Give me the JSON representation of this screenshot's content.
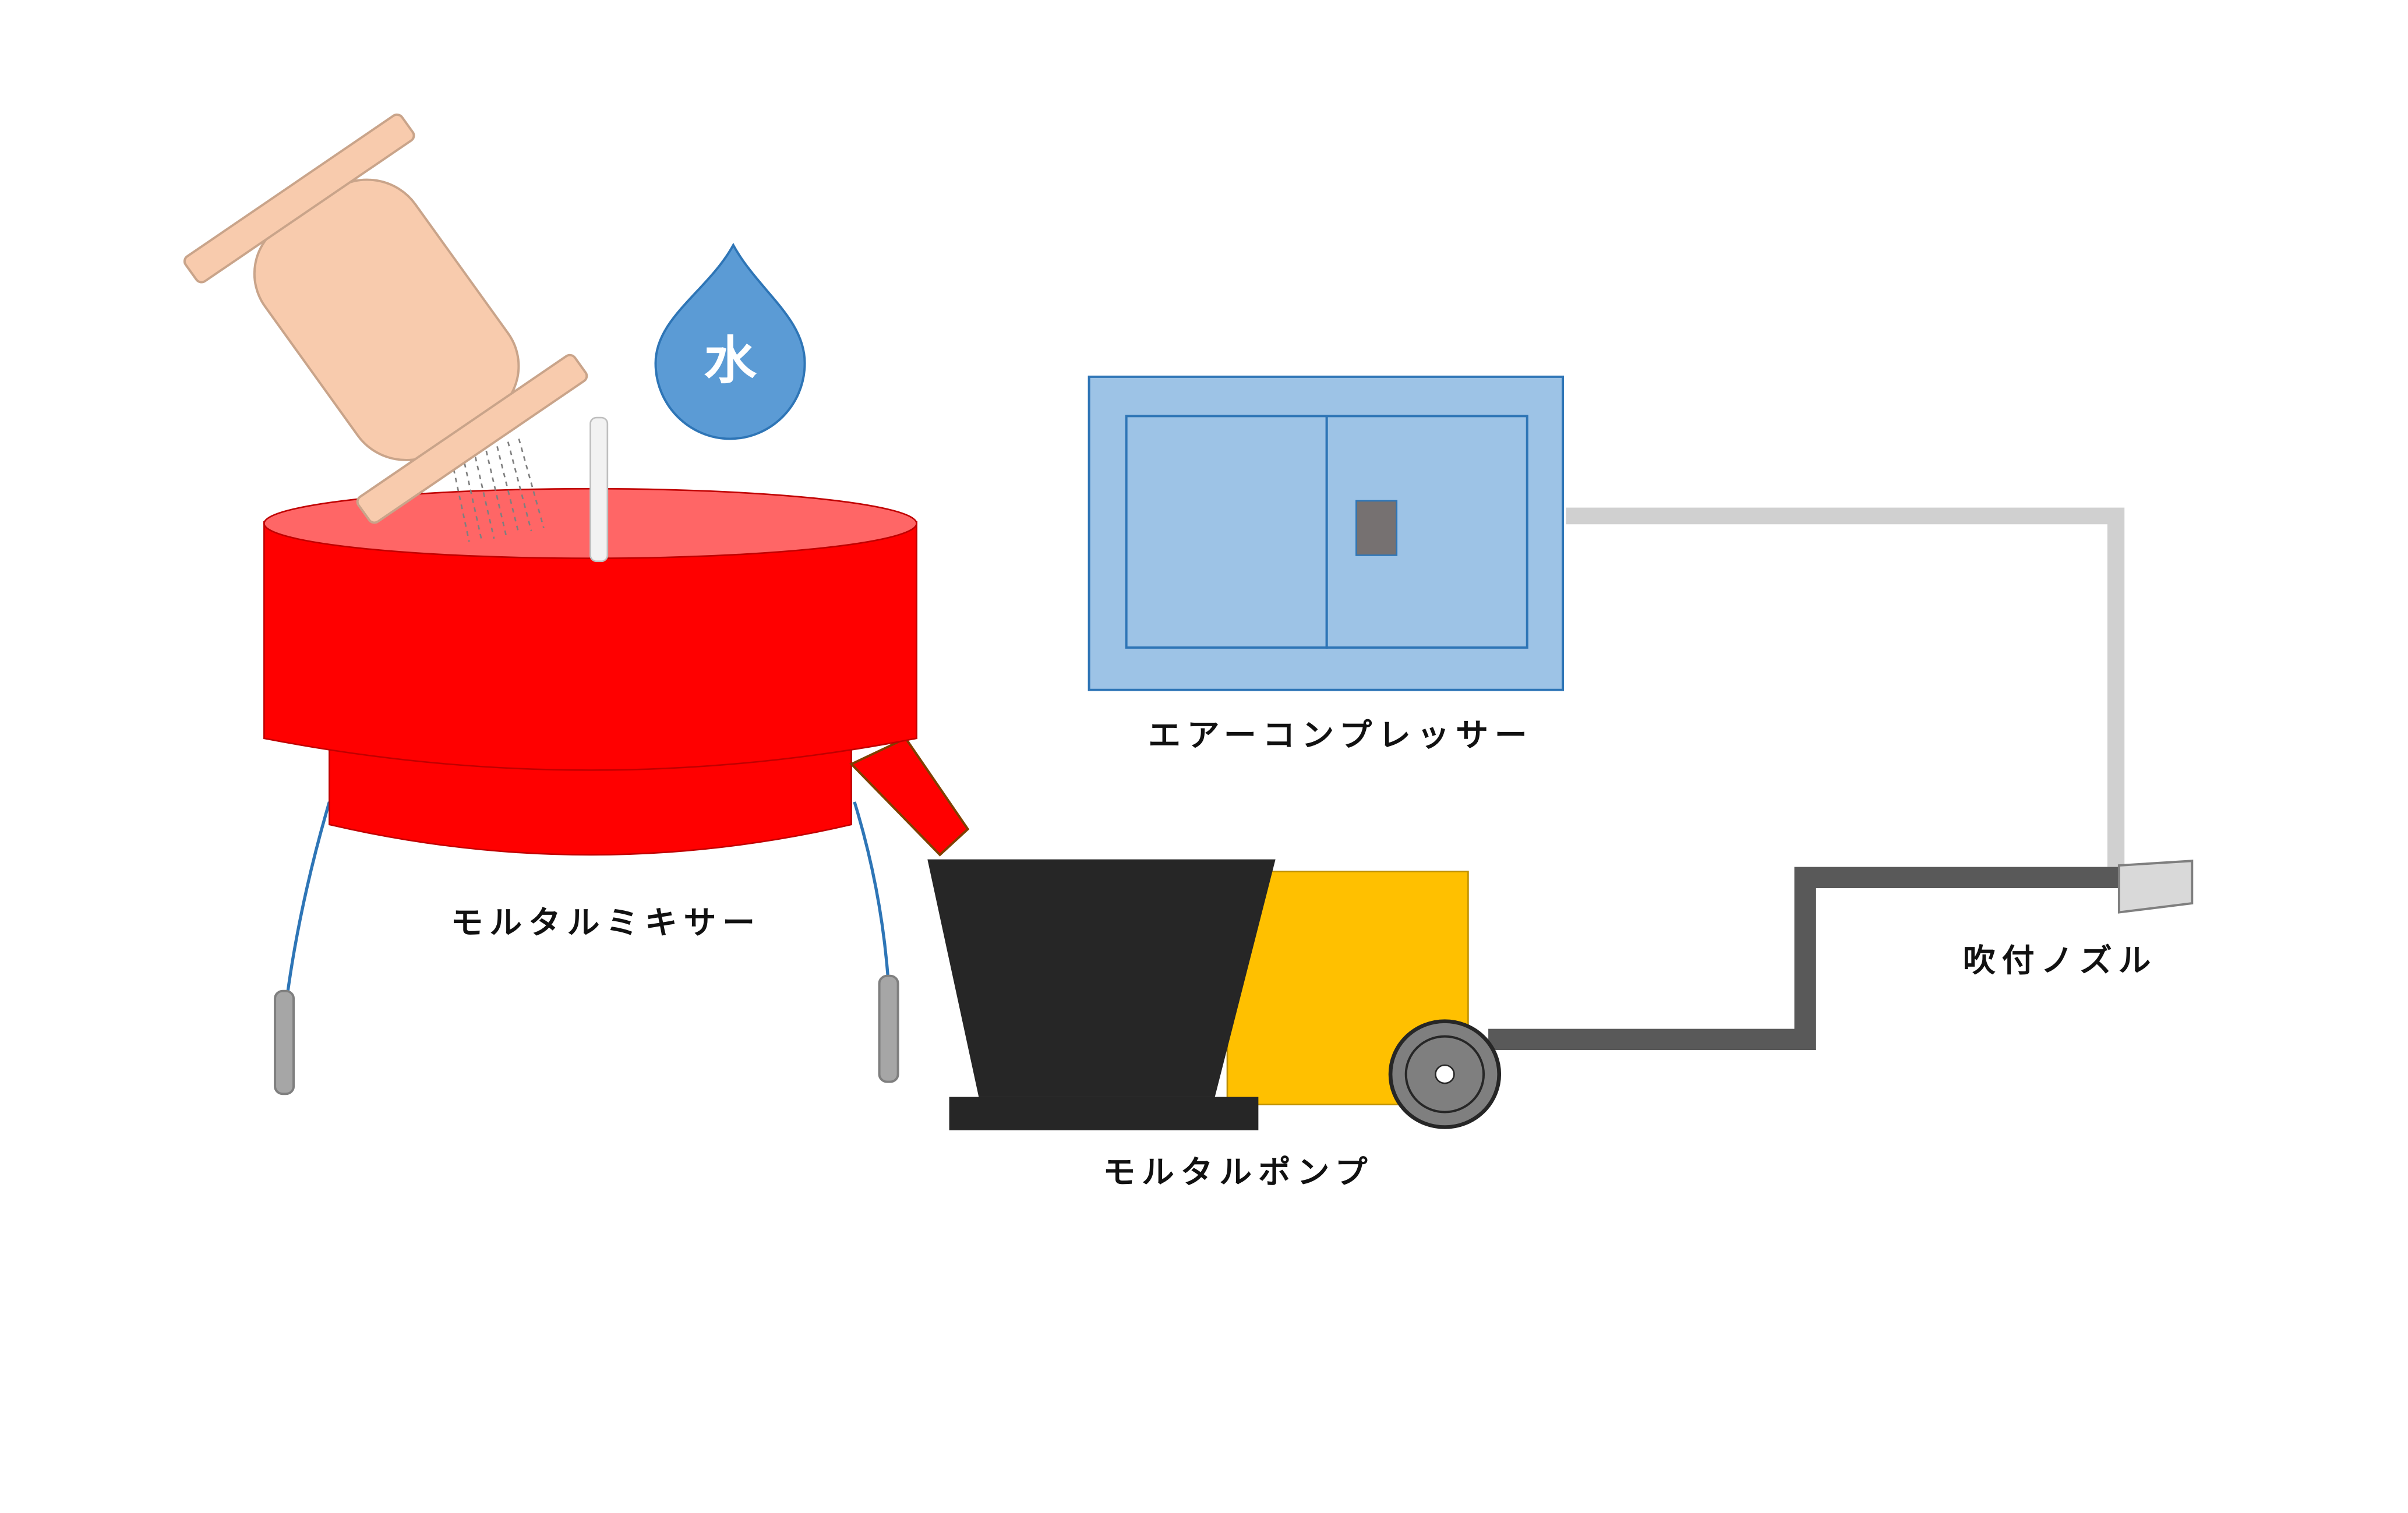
{
  "labels": {
    "water": "水",
    "mixer": "モルタルミキサー",
    "compressor": "エアーコンプレッサー",
    "pump": "モルタルポンプ",
    "nozzle": "吹付ノズル"
  },
  "colors": {
    "mixer_body": "#ff0000",
    "mixer_top": "#ff6666",
    "cement_bag": "#f8cbad",
    "water_drop": "#5b9bd5",
    "compressor": "#9dc3e6",
    "compressor_border": "#2e75b6",
    "hopper": "#262626",
    "pump_body": "#ffc000",
    "air_hose": "#d0d0d0",
    "mortar_hose": "#595959",
    "nozzle": "#d9d9d9"
  }
}
